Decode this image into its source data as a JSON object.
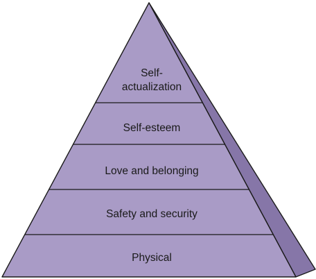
{
  "diagram": {
    "tiers": [
      {
        "id": "self-actualization",
        "lines": [
          "Self-",
          "actualization"
        ]
      },
      {
        "id": "self-esteem",
        "lines": [
          "Self-esteem"
        ]
      },
      {
        "id": "love-and-belonging",
        "lines": [
          "Love and belonging"
        ]
      },
      {
        "id": "safety-and-security",
        "lines": [
          "Safety and security"
        ]
      },
      {
        "id": "physical",
        "lines": [
          "Physical"
        ]
      }
    ],
    "colors": {
      "outline": "#1a1a1a",
      "front_top": "#fbfafd",
      "front_bottom": "#a99bc6",
      "side_face": "#8676a8"
    }
  }
}
